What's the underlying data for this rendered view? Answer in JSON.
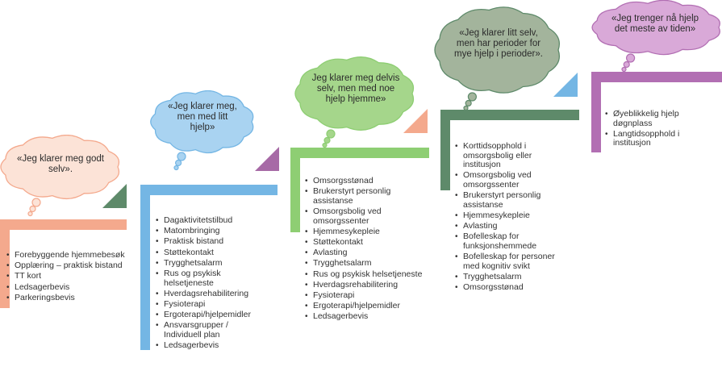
{
  "steps": [
    {
      "quote": "«Jeg klarer meg godt selv».",
      "color": "#f4a98d",
      "cloud_fill": "#fce3d7",
      "triangle_color": "#5e8a6a",
      "items": [
        "Forebyggende hjemmebesøk",
        "Opplæring – praktisk bistand",
        "TT kort",
        "Ledsagerbevis",
        "Parkeringsbevis"
      ]
    },
    {
      "quote": "«Jeg klarer meg, men med litt hjelp»",
      "color": "#74b6e4",
      "cloud_fill": "#a9d3f1",
      "triangle_color": "#a76aa6",
      "items": [
        "Dagaktivitetstilbud",
        "Matombringing",
        "Praktisk bistand",
        "Støttekontakt",
        "Trygghetsalarm",
        "Rus og psykisk helsetjeneste",
        "Hverdagsrehabilitering",
        "Fysioterapi",
        "Ergoterapi/hjelpemidler",
        "Ansvarsgrupper / Individuell plan",
        "Ledsagerbevis"
      ]
    },
    {
      "quote": "Jeg klarer meg delvis selv, men med noe hjelp hjemme»",
      "color": "#8ece73",
      "cloud_fill": "#a5d68b",
      "triangle_color": "#f4a98d",
      "items": [
        "Omsorgsstønad",
        "Brukerstyrt personlig assistanse",
        "Omsorgsbolig ved omsorgssenter",
        "Hjemmesykepleie",
        "Støttekontakt",
        "Avlasting",
        "Trygghetsalarm",
        "Rus og psykisk helsetjeneste",
        "Hverdagsrehabilitering",
        "Fysioterapi",
        "Ergoterapi/hjelpemidler",
        "Ledsagerbevis"
      ]
    },
    {
      "quote": "«Jeg klarer litt selv, men har perioder for mye hjelp i perioder».",
      "color": "#5e8a6a",
      "cloud_fill": "#a3b49c",
      "triangle_color": "#74b6e4",
      "items": [
        "Korttidsopphold i omsorgsbolig eller institusjon",
        "Omsorgsbolig ved omsorgssenter",
        "Brukerstyrt personlig assistanse",
        "Hjemmesykepleie",
        "Avlasting",
        "Bofelleskap for funksjonshemmede",
        "Bofelleskap for personer med kognitiv svikt",
        "Trygghetsalarm",
        "Omsorgsstønad"
      ]
    },
    {
      "quote": "«Jeg trenger nå hjelp det meste av tiden»",
      "color": "#b26fb3",
      "cloud_fill": "#d9a9d8",
      "items": [
        "Øyeblikkelig hjelp døgnplass",
        "Langtidsopphold i institusjon"
      ]
    }
  ]
}
